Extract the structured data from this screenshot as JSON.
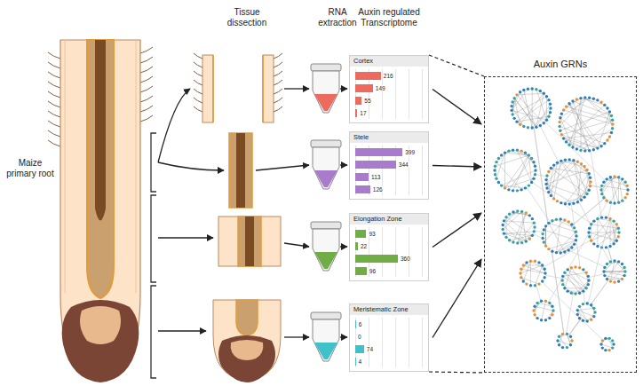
{
  "diagram": {
    "nodes": [
      {
        "text": [
          "Cortex",
          "216",
          "149",
          "55",
          "17"
        ]
      },
      {
        "text": [
          "Stele",
          "399",
          "344",
          "113",
          "126"
        ]
      },
      {
        "text": [
          "Elongation Zone",
          "93",
          "22",
          "360",
          "96"
        ]
      },
      {
        "text": [
          "Meristematic Zone",
          "6",
          "0",
          "74",
          "4"
        ]
      },
      {
        "text": [
          "Auxin GRNs"
        ]
      }
    ],
    "edges": [
      {
        "from": 0,
        "to": 4,
        "arrow": "to"
      },
      {
        "from": 1,
        "to": 4,
        "arrow": "to"
      },
      {
        "from": 2,
        "to": 4,
        "arrow": "to"
      },
      {
        "from": 3,
        "to": 4,
        "arrow": "to"
      },
      {
        "from": 0,
        "to": 4,
        "arrow": "none"
      },
      {
        "from": 3,
        "to": 4,
        "arrow": "none"
      }
    ],
    "labels": [
      "Maize primary root",
      "Tissue dissection",
      "RNA extraction",
      "Auxin regulated Transcriptome"
    ]
  }
}
